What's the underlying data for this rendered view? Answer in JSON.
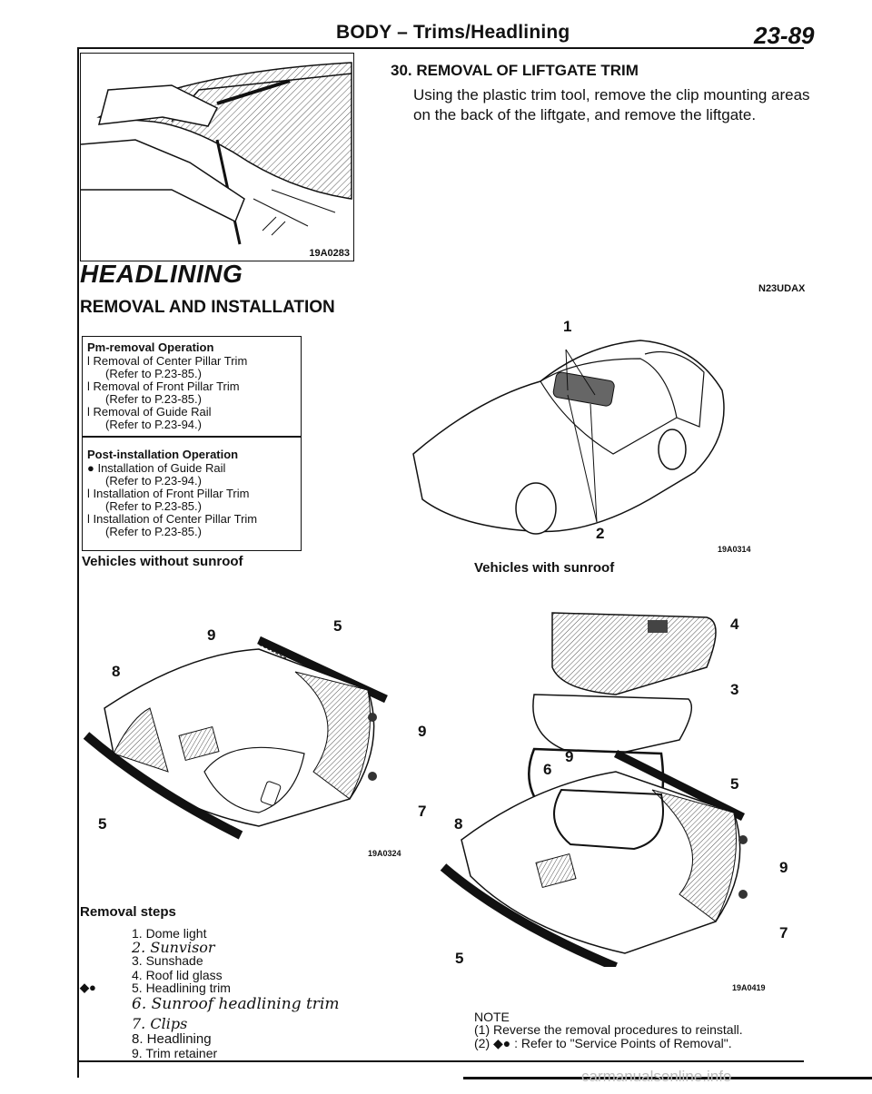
{
  "header": {
    "title": "BODY – Trims/Headlining",
    "page": "23-89"
  },
  "liftgate_section": {
    "title": "30. REMOVAL OF LIFTGATE TRIM",
    "body": "Using the plastic trim tool, remove the clip mounting areas on the back of the liftgate, and remove the liftgate.",
    "figure_code": "19A0283"
  },
  "headlining": {
    "title": "HEADLINING",
    "subtitle": "REMOVAL AND INSTALLATION",
    "code": "N23UDAX"
  },
  "pre_removal": {
    "title": "Pm-removal Operation",
    "items": [
      "l  Removal of Center Pillar Trim",
      "(Refer to P.23-85.)",
      "l  Removal of Front Pillar Trim",
      "(Refer to P.23-85.)",
      "l  Removal of Guide Rail",
      "(Refer to P.23-94.)"
    ]
  },
  "post_installation": {
    "title": "Post-installation Operation",
    "items": [
      "● Installation of Guide Rail",
      "(Refer to P.23-94.)",
      "l  Installation of Front Pillar Trim",
      "(Refer to P.23-85.)",
      "l  Installation of Center Pillar Trim",
      "(Refer to P.23-85.)"
    ]
  },
  "captions": {
    "without_sunroof": "Vehicles without sunroof",
    "with_sunroof": "Vehicles with sunroof"
  },
  "figure_codes": {
    "car": "19A0314",
    "left": "19A0324",
    "right": "19A0419"
  },
  "callouts": {
    "car": [
      "1",
      "2"
    ],
    "left": [
      "9",
      "5",
      "8",
      "9",
      "7",
      "5"
    ],
    "right": [
      "4",
      "3",
      "9",
      "6",
      "5",
      "8",
      "9",
      "7",
      "5"
    ]
  },
  "removal_steps": {
    "title": "Removal steps",
    "marker": "◆●",
    "steps": [
      "1. Dome light",
      "2. Sunvisor",
      "3. Sunshade",
      "4. Roof lid glass",
      "5. Headlining trim",
      "6. Sunroof headlining trim",
      "7. Clips",
      "8. Headlining",
      "9. Trim retainer"
    ]
  },
  "note": {
    "label": "NOTE",
    "lines": [
      "(1) Reverse the removal procedures to reinstall.",
      "(2) ◆● : Refer to \"Service Points of Removal\"."
    ]
  },
  "footer": {
    "watermark": "carmanualsonline.info"
  }
}
